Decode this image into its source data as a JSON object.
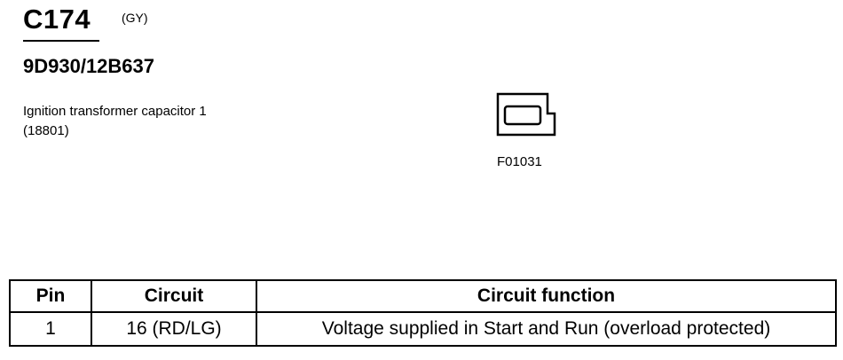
{
  "connector": {
    "id": "C174",
    "color_code": "(GY)",
    "part_number": "9D930/12B637",
    "description": "Ignition transformer capacitor 1 (18801)",
    "face_view_code": "F01031"
  },
  "table": {
    "headers": [
      "Pin",
      "Circuit",
      "Circuit function"
    ],
    "rows": [
      {
        "pin": "1",
        "circuit": "16 (RD/LG)",
        "function": "Voltage supplied in Start and Run (overload protected)"
      }
    ]
  }
}
